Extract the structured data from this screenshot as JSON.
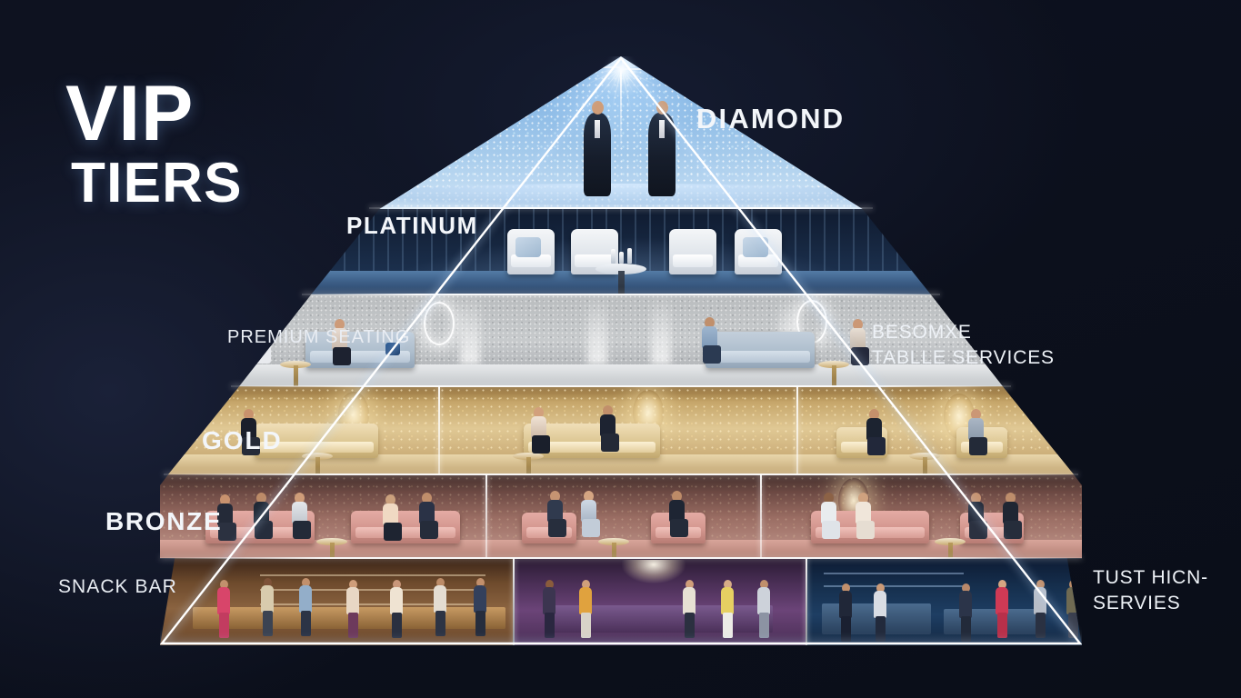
{
  "meta": {
    "background_color": "#0c101d",
    "accent_outline": "#ffffff"
  },
  "title": {
    "line1": "VIP",
    "line2": "TIERS"
  },
  "labels": {
    "diamond": "DIAMOND",
    "platinum": "PLATINUM",
    "premium_seating": "PREMIUM SEATING",
    "besomxe_table_services": "BESOMXE\nTABLLE SERVICES",
    "gold": "GOLD",
    "bronze": "BRONZE",
    "snack_bar": "SNACK BAR",
    "tust_hicn_servies": "TUST HICN-\nSERVIES"
  },
  "pyramid": {
    "tiers": [
      {
        "id": "diamond",
        "name": "DIAMOND",
        "side": "right",
        "color": "#a9cdec",
        "scene": "crystalline apex with starburst and two guests in suits holding awards"
      },
      {
        "id": "platinum",
        "name": "PLATINUM",
        "side": "left",
        "color": "#24405f",
        "scene": "deep blue lounge with four white armchairs and a round cocktail table"
      },
      {
        "id": "premium",
        "name": "PREMIUM SEATING",
        "side": "left",
        "secondary_name": "BESOMXE TABLLE SERVICES",
        "color": "#b9bcbe",
        "scene": "silver textured lounge with pale blue sofas and seated guests"
      },
      {
        "id": "gold",
        "name": "GOLD",
        "side": "left",
        "color": "#e0c894",
        "scene": "golden lounge in three panels with cream sofas and oval lamps"
      },
      {
        "id": "bronze",
        "name": "BRONZE",
        "side": "left",
        "color": "#b0847a",
        "scene": "rose-toned lounge in three panels with blush sofas and seated groups"
      },
      {
        "id": "base",
        "name": "SNACK BAR",
        "side": "left",
        "secondary_name": "TUST HICN-SERVIES",
        "color": "#6d4a2c",
        "scene": "three base panels: warm wooden bar, purple lounge, and blue bar"
      }
    ]
  }
}
